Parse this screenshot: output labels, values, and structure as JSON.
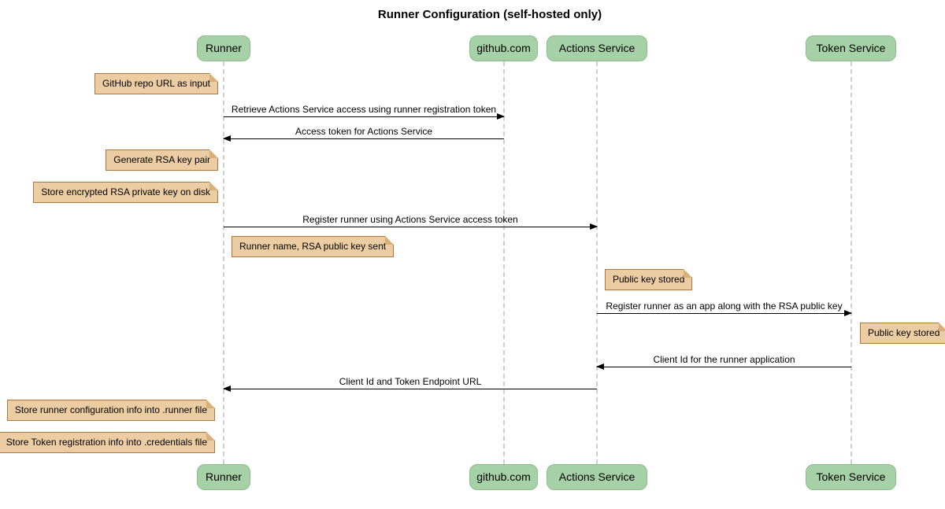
{
  "title": "Runner Configuration (self-hosted only)",
  "participants": [
    {
      "label": "Runner"
    },
    {
      "label": "github.com"
    },
    {
      "label": "Actions Service"
    },
    {
      "label": "Token Service"
    }
  ],
  "messages": [
    {
      "from": "Runner",
      "to": "github.com",
      "direction": "right",
      "text": "Retrieve Actions Service access using runner registration token"
    },
    {
      "from": "github.com",
      "to": "Runner",
      "direction": "left",
      "text": "Access token for Actions Service"
    },
    {
      "from": "Runner",
      "to": "Actions Service",
      "direction": "right",
      "text": "Register runner using Actions Service access token"
    },
    {
      "from": "Actions Service",
      "to": "Token Service",
      "direction": "right",
      "text": "Register runner as an app along with the RSA public key"
    },
    {
      "from": "Token Service",
      "to": "Actions Service",
      "direction": "left",
      "text": "Client Id for the runner application"
    },
    {
      "from": "Actions Service",
      "to": "Runner",
      "direction": "left",
      "text": "Client Id and Token Endpoint URL"
    }
  ],
  "notes": [
    {
      "anchor": "Runner",
      "side": "left",
      "text": "GitHub repo URL as input"
    },
    {
      "anchor": "Runner",
      "side": "left",
      "text": "Generate RSA key pair"
    },
    {
      "anchor": "Runner",
      "side": "left",
      "text": "Store encrypted RSA private key on disk"
    },
    {
      "anchor": "Runner",
      "side": "right",
      "text": "Runner name, RSA public key sent"
    },
    {
      "anchor": "Actions Service",
      "side": "right",
      "text": "Public key stored"
    },
    {
      "anchor": "Token Service",
      "side": "right",
      "text": "Public key stored"
    },
    {
      "anchor": "Runner",
      "side": "left",
      "text": "Store runner configuration info into .runner file"
    },
    {
      "anchor": "Runner",
      "side": "left",
      "text": "Store Token registration info into .credentials file"
    }
  ],
  "colors": {
    "participant_fill": "#A6D1A6",
    "participant_border": "#8CBD8C",
    "note_fill": "#ECCCA2",
    "note_border": "#A8783C",
    "note_fold": "#D9B077",
    "lifeline": "#CFCFCF",
    "arrow": "#000000",
    "background": "#FFFFFF",
    "text": "#000000"
  }
}
